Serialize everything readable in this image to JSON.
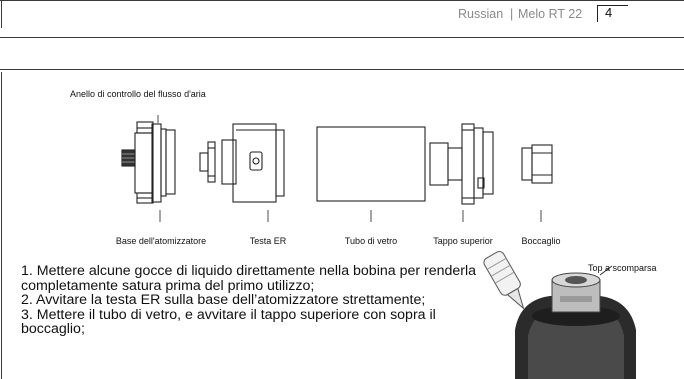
{
  "header": {
    "language": "Russian",
    "separator": "|",
    "model": "Melo RT 22",
    "page_number": "4"
  },
  "diagram": {
    "airflow_ring_label": "Anello di controllo del flusso d'aria",
    "parts": [
      {
        "label": "Base dell'atomizzatore"
      },
      {
        "label": "Testa ER"
      },
      {
        "label": "Tubo di vetro"
      },
      {
        "label": "Tappo superior"
      },
      {
        "label": "Boccaglio"
      }
    ],
    "top_fill_label": "Top a scomparsa"
  },
  "instructions": [
    "1. Mettere alcune gocce di liquido direttamente nella bobina per renderla completamente satura prima del primo utilizzo;",
    "2. Avvitare la testa ER sulla base dell’atomizzatore strettamente;",
    "3. Mettere il tubo di vetro, e avvitare il tappo superiore con sopra il boccaglio;"
  ]
}
